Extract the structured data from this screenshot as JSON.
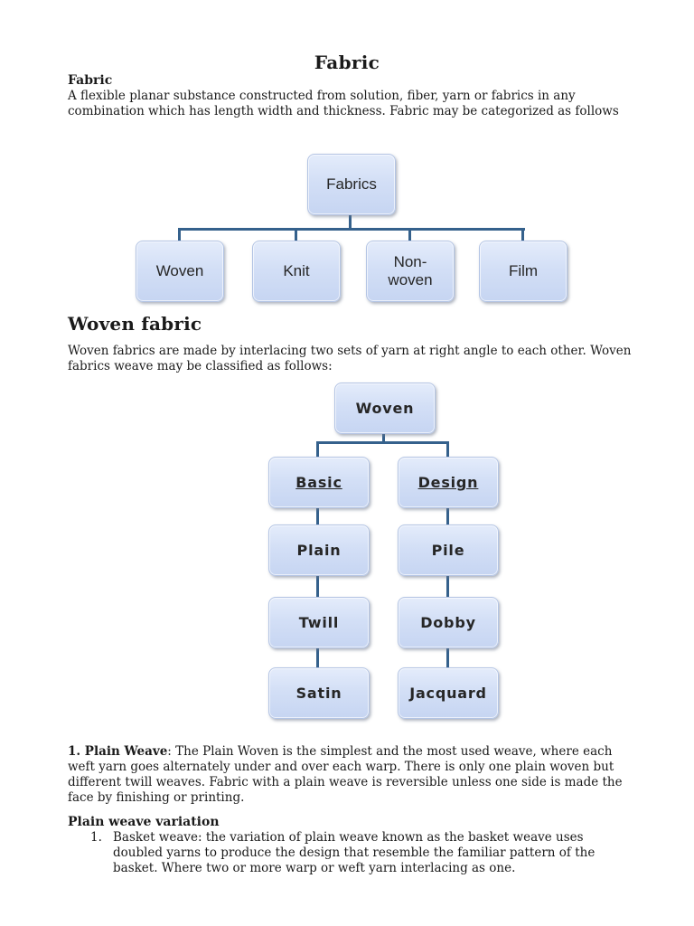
{
  "doc": {
    "title": "Fabric"
  },
  "intro": {
    "heading": "Fabric",
    "body": "A flexible planar substance constructed from solution, fiber, yarn or fabrics in any\ncombination which has length width and thickness. Fabric may be categorized as follows"
  },
  "woven_section": {
    "heading": "Woven fabric",
    "body": "Woven fabrics are made by interlacing two sets of yarn at right angle to each other. Woven\nfabrics weave may be classified as follows:"
  },
  "diagram1": {
    "root": "Fabrics",
    "children": [
      "Woven",
      "Knit",
      "Non-\nwoven",
      "Film"
    ]
  },
  "diagram2": {
    "root": "Woven",
    "columns": [
      {
        "head": "Basic",
        "items": [
          "Plain",
          "Twill",
          "Satin"
        ]
      },
      {
        "head": "Design",
        "items": [
          "Pile",
          "Dobby",
          "Jacquard"
        ]
      }
    ]
  },
  "plain_weave": {
    "label": "1. Plain Weave",
    "body": ": The Plain Woven is the simplest and the most used weave, where each\nweft yarn goes alternately under and over each warp. There is only one plain woven but\ndifferent twill weaves. Fabric with a plain weave is reversible unless one side is made the\nface by finishing or printing."
  },
  "variation": {
    "heading": "Plain weave variation",
    "items": [
      {
        "num": "1.",
        "text": "Basket weave: the variation of plain weave known as the basket weave uses\ndoubled yarns to produce the design that resemble the familiar pattern of the\nbasket. Where two or more warp or weft yarn interlacing as one."
      }
    ]
  },
  "colors": {
    "node_fill_top": "#e4ecfb",
    "node_fill_bottom": "#c6d5f2",
    "node_border": "#b3c4e4",
    "connector": "#35618c",
    "text": "#1a1a1a",
    "background": "#ffffff"
  }
}
